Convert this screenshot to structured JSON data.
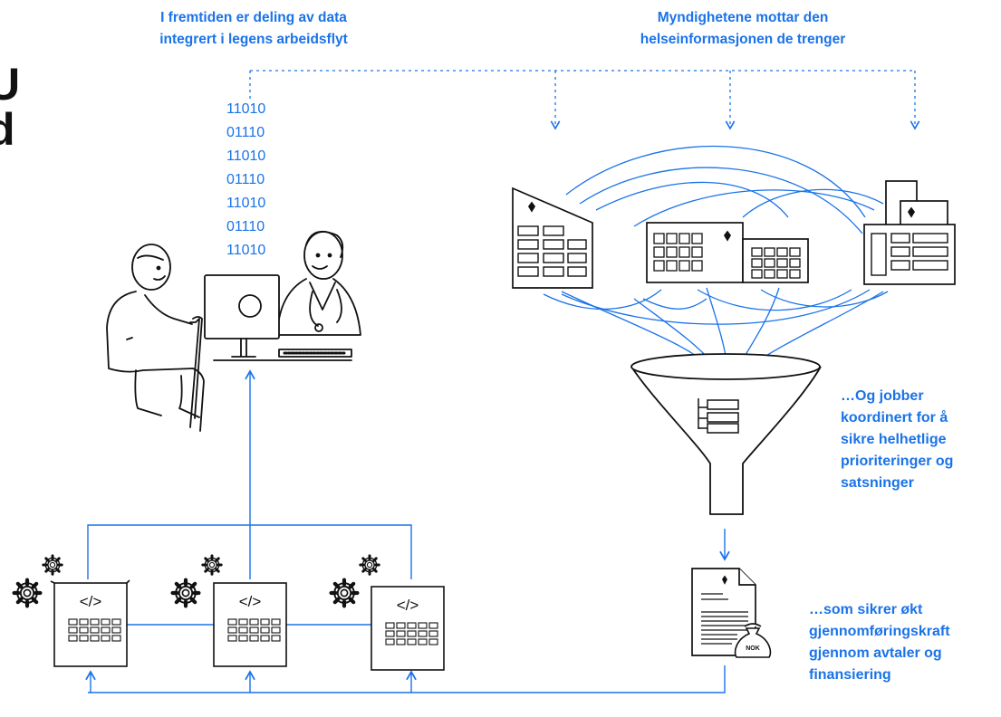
{
  "header": {
    "left_caption_line1": "I fremtiden er deling av data",
    "left_caption_line2": "integrert i legens arbeidsflyt",
    "right_caption_line1": "Myndighetene mottar den",
    "right_caption_line2": "helseinformasjonen de trenger"
  },
  "cutoff_title": {
    "line1": "U",
    "line2": "d"
  },
  "binary_stream": [
    "11010",
    "01110",
    "11010",
    "01110",
    "11010",
    "01110",
    "11010"
  ],
  "side_notes": {
    "coordination": [
      "…Og jobber",
      "koordinert for å",
      "sikre helhetlige",
      "prioriteringer og",
      "satsninger"
    ],
    "agreements": [
      "…som sikrer økt",
      "gjennomføringskraft",
      "gjennom avtaler og",
      "finansiering"
    ]
  },
  "document": {
    "moneybag_label": "NOK"
  },
  "code_modules": [
    {
      "code_tag": "</>"
    },
    {
      "code_tag": "</>"
    },
    {
      "code_tag": "</>"
    }
  ],
  "colors": {
    "accent": "#1a73e8",
    "ink": "#111111"
  }
}
